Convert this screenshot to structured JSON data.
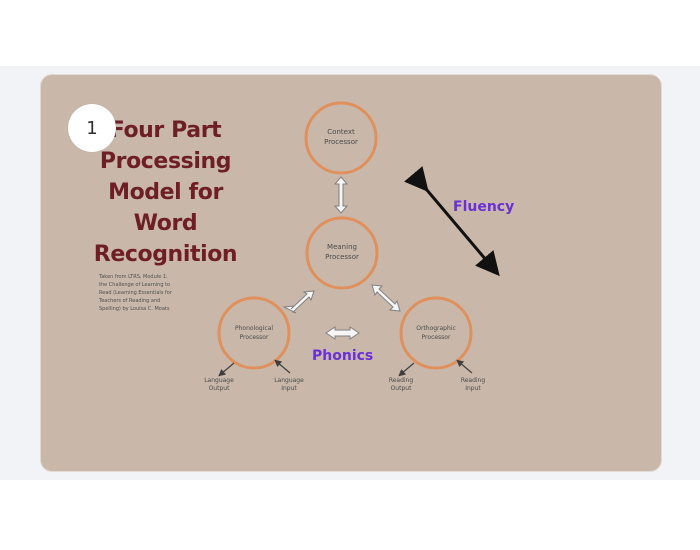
{
  "badge": {
    "label": "1"
  },
  "slide": {
    "title_lines": [
      "Four Part",
      "Processing",
      "Model for",
      "Word",
      "Recognition"
    ],
    "caption_lines": [
      "Taken from LTRS, Module 1:",
      "the Challenge of Learning to",
      "Read (Learning Essentials for",
      "Teachers of Reading and",
      "Spelling) by Louisa C. Moats"
    ]
  },
  "diagram": {
    "context": [
      "Context",
      "Processor"
    ],
    "meaning": [
      "Meaning",
      "Processor"
    ],
    "phonological": [
      "Phonological",
      "Processor"
    ],
    "orthographic": [
      "Orthographic",
      "Processor"
    ],
    "fluency": "Fluency",
    "phonics": "Phonics",
    "outputs": {
      "language_output": [
        "Language",
        "Output"
      ],
      "language_input": [
        "Language",
        "Input"
      ],
      "reading_output": [
        "Reading",
        "Output"
      ],
      "reading_input": [
        "Reading",
        "Input"
      ]
    }
  },
  "colors": {
    "slide_background": "#c9b8a9",
    "circle_border": "#e0905c",
    "title": "#6d1f25",
    "accent_label": "#6b2fd6",
    "arrow_fill": "#f5f5f5"
  }
}
